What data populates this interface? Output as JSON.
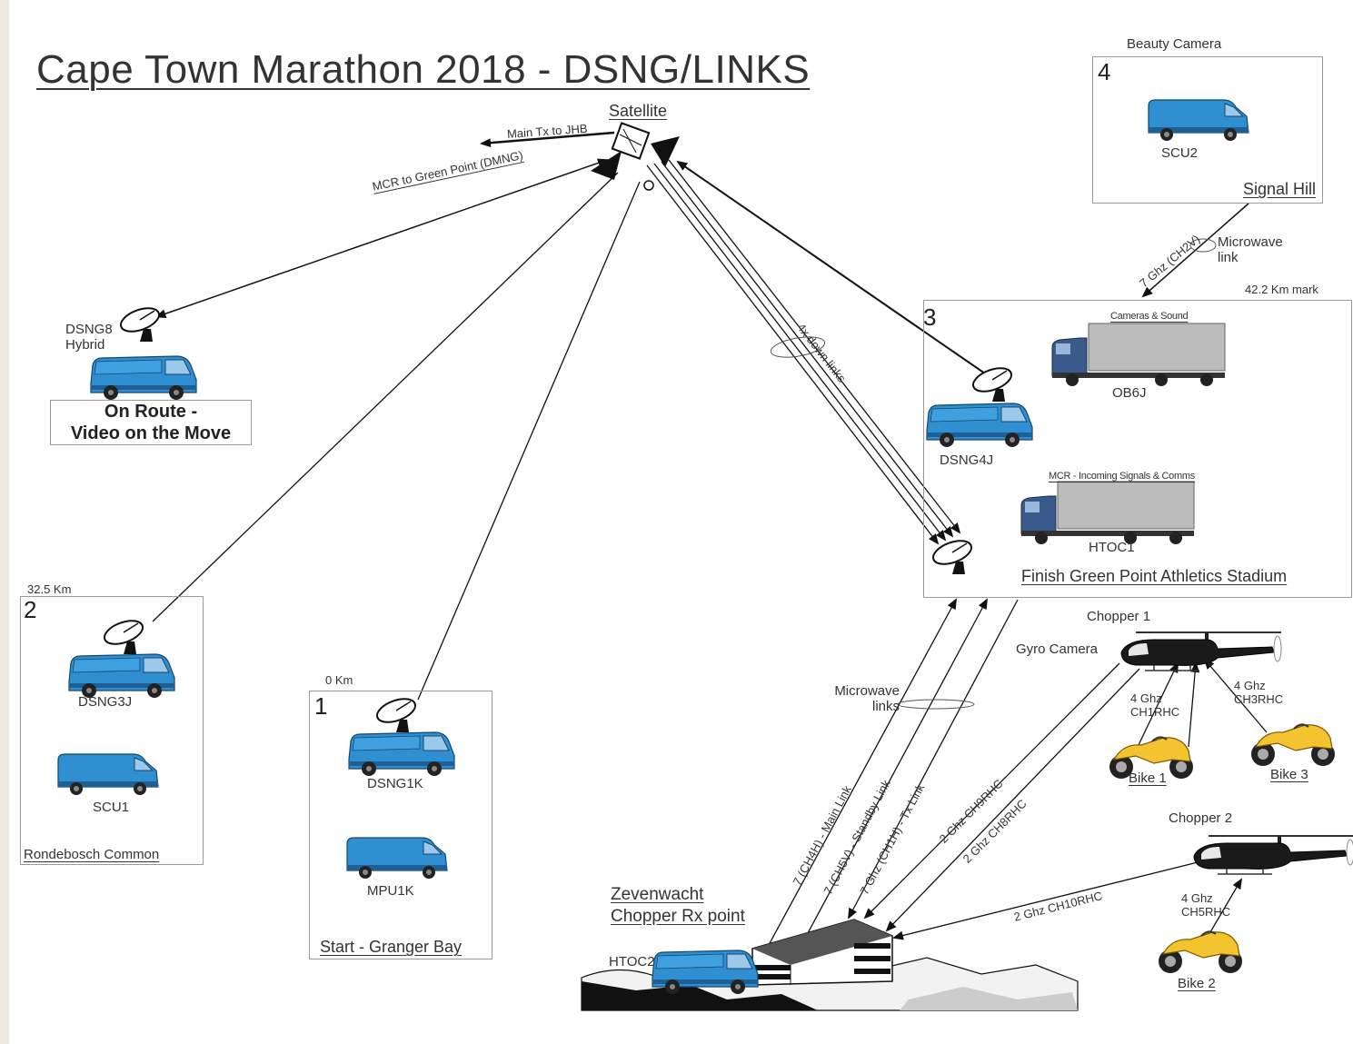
{
  "title": "Cape Town Marathon 2018 - DSNG/LINKS",
  "satellite": "Satellite",
  "links": {
    "main_tx": "Main Tx to JHB",
    "mcr_green_point": "MCR to Green Point (DMNG)",
    "down_links": "4x down links",
    "microwave_links": "Microwave links",
    "microwave_link": "Microwave link",
    "ch2v": "7 Ghz (CH2V)",
    "main_link": "7 (CH4H) - Main Link",
    "standby_link": "7 (CH5V) - Standby Link",
    "tx_link": "7 Ghz (CH1H) - Tx Link",
    "ch9rhc": "2 Ghz CH9RHC",
    "ch8rhc": "2 Ghz CH8RHC",
    "ch10rhc": "2 Ghz CH10RHC",
    "ch1rhc": "4 Ghz CH1RHC",
    "ch3rhc": "4 Ghz CH3RHC",
    "ch5rhc": "4 Ghz CH5RHC"
  },
  "onroute": {
    "vehicle": "DSNG8 Hybrid",
    "caption_line1": "On Route -",
    "caption_line2": "Video on the Move"
  },
  "site1": {
    "number": "1",
    "km": "0 Km",
    "vehicles": [
      "DSNG1K",
      "MPU1K"
    ],
    "location": "Start - Granger Bay"
  },
  "site2": {
    "number": "2",
    "km": "32.5 Km",
    "vehicles": [
      "DSNG3J",
      "SCU1"
    ],
    "location": "Rondebosch Common"
  },
  "site3": {
    "number": "3",
    "km": "42.2 Km mark",
    "vehicles": [
      "DSNG4J",
      "OB6J",
      "HTOC1"
    ],
    "truck1_label": "Cameras & Sound",
    "truck2_label": "MCR - Incoming Signals & Comms",
    "location": "Finish Green Point Athletics Stadium"
  },
  "site4": {
    "number": "4",
    "heading": "Beauty Camera",
    "vehicles": [
      "SCU2"
    ],
    "location": "Signal Hill"
  },
  "choppers": {
    "chopper1": "Chopper 1",
    "gyro": "Gyro Camera",
    "chopper2": "Chopper 2"
  },
  "bikes": [
    "Bike 1",
    "Bike 3",
    "Bike 2"
  ],
  "rx_point": {
    "line1": "Zevenwacht",
    "line2": "Chopper Rx point",
    "vehicle": "HTOC2"
  },
  "colors": {
    "van": "#2f8fd0",
    "van_dark": "#1e5f95",
    "truck_cab": "#3a5a8c",
    "bike": "#f4c430"
  }
}
